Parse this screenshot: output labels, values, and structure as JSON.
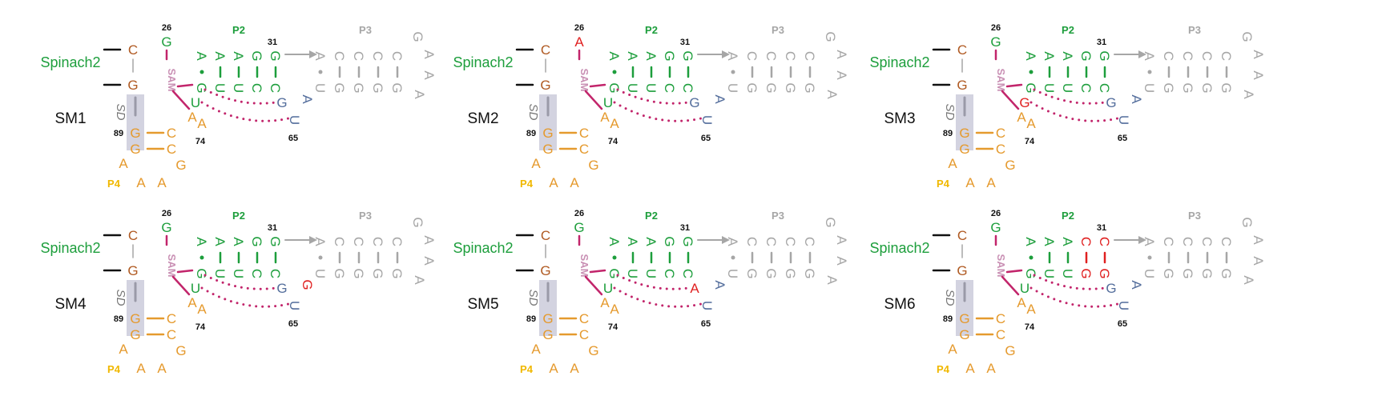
{
  "colors": {
    "green": "#1d9e3c",
    "grey": "#a6a6a6",
    "orange": "#e59a2e",
    "brown": "#b05a22",
    "magenta": "#c2256b",
    "pink": "#c990b4",
    "blue": "#546e9c",
    "red": "#e02020",
    "shade": "#c8c8d8",
    "yellow": "#f0b800"
  },
  "labels": {
    "aptamer": "Spinach2",
    "ligand": "SAM",
    "sd": "SD",
    "p2": "P2",
    "p3": "P3",
    "p4": "P4",
    "pos26": "26",
    "pos31": "31",
    "pos65": "65",
    "pos74": "74",
    "pos89": "89"
  },
  "panels": [
    {
      "name": "SM1",
      "n26": "G",
      "p2_outer": [
        "A",
        "A",
        "A",
        "G",
        "G"
      ],
      "p2_inner": [
        "G",
        "U",
        "U",
        "C",
        "C"
      ],
      "u_below": "U",
      "n_right": "G",
      "n_tail": "A",
      "n_low": "U"
    },
    {
      "name": "SM2",
      "n26": "A",
      "p2_outer": [
        "A",
        "A",
        "A",
        "G",
        "G"
      ],
      "p2_inner": [
        "G",
        "U",
        "U",
        "C",
        "C"
      ],
      "u_below": "U",
      "n_right": "G",
      "n_tail": "A",
      "n_low": "U"
    },
    {
      "name": "SM3",
      "n26": "G",
      "p2_outer": [
        "A",
        "A",
        "A",
        "G",
        "G"
      ],
      "p2_inner": [
        "G",
        "U",
        "U",
        "C",
        "C"
      ],
      "u_below": "G",
      "n_right": "G",
      "n_tail": "A",
      "n_low": "U"
    },
    {
      "name": "SM4",
      "n26": "G",
      "p2_outer": [
        "A",
        "A",
        "A",
        "G",
        "G"
      ],
      "p2_inner": [
        "G",
        "U",
        "U",
        "C",
        "C"
      ],
      "u_below": "U",
      "n_right": "G",
      "n_tail": "G",
      "n_low": "U"
    },
    {
      "name": "SM5",
      "n26": "G",
      "p2_outer": [
        "A",
        "A",
        "A",
        "G",
        "G"
      ],
      "p2_inner": [
        "G",
        "U",
        "U",
        "C",
        "C"
      ],
      "u_below": "U",
      "n_right": "A",
      "n_tail": "A",
      "n_low": "U"
    },
    {
      "name": "SM6",
      "n26": "G",
      "p2_outer": [
        "A",
        "A",
        "A",
        "C",
        "C"
      ],
      "p2_inner": [
        "G",
        "U",
        "U",
        "G",
        "G"
      ],
      "u_below": "U",
      "n_right": "G",
      "n_tail": "A",
      "n_low": "U"
    }
  ],
  "mutated": {
    "SM1": [],
    "SM2": [
      "n26"
    ],
    "SM3": [
      "u_below"
    ],
    "SM4": [
      "n_tail"
    ],
    "SM5": [
      "n_right"
    ],
    "SM6": [
      "p2_outer.3",
      "p2_outer.4",
      "p2_inner.3",
      "p2_inner.4"
    ]
  },
  "template": {
    "top_C": "C",
    "top_G": "G",
    "p3_outer": [
      "A",
      "C",
      "C",
      "C",
      "C"
    ],
    "p3_inner": [
      "U",
      "G",
      "G",
      "G",
      "G"
    ],
    "p3_loop": [
      "G",
      "A",
      "A",
      "A"
    ],
    "p3_gap": "G",
    "p4_left": [
      "G",
      "G"
    ],
    "p4_right": [
      "C",
      "C"
    ],
    "p4_loop_top": "G",
    "p4_loop_left": "A",
    "p4_loop_bottom": [
      "A",
      "A"
    ],
    "stem_a": "A",
    "stem_a2": "A"
  }
}
